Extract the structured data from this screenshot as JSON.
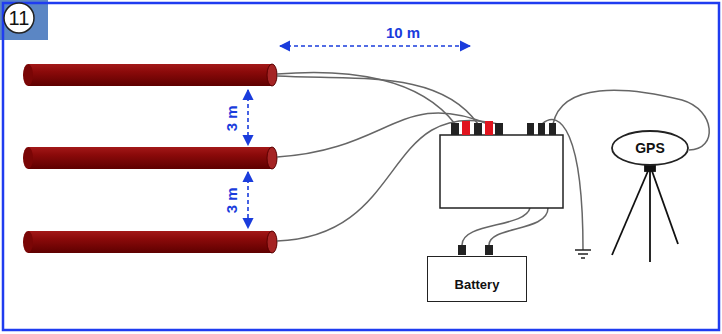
{
  "diagram": {
    "nodes": [
      {
        "text": [
          "Battery"
        ]
      },
      {
        "text": [
          "GPS"
        ]
      }
    ],
    "labels": [
      "11",
      "10 m",
      "3 m",
      "3 m"
    ]
  }
}
